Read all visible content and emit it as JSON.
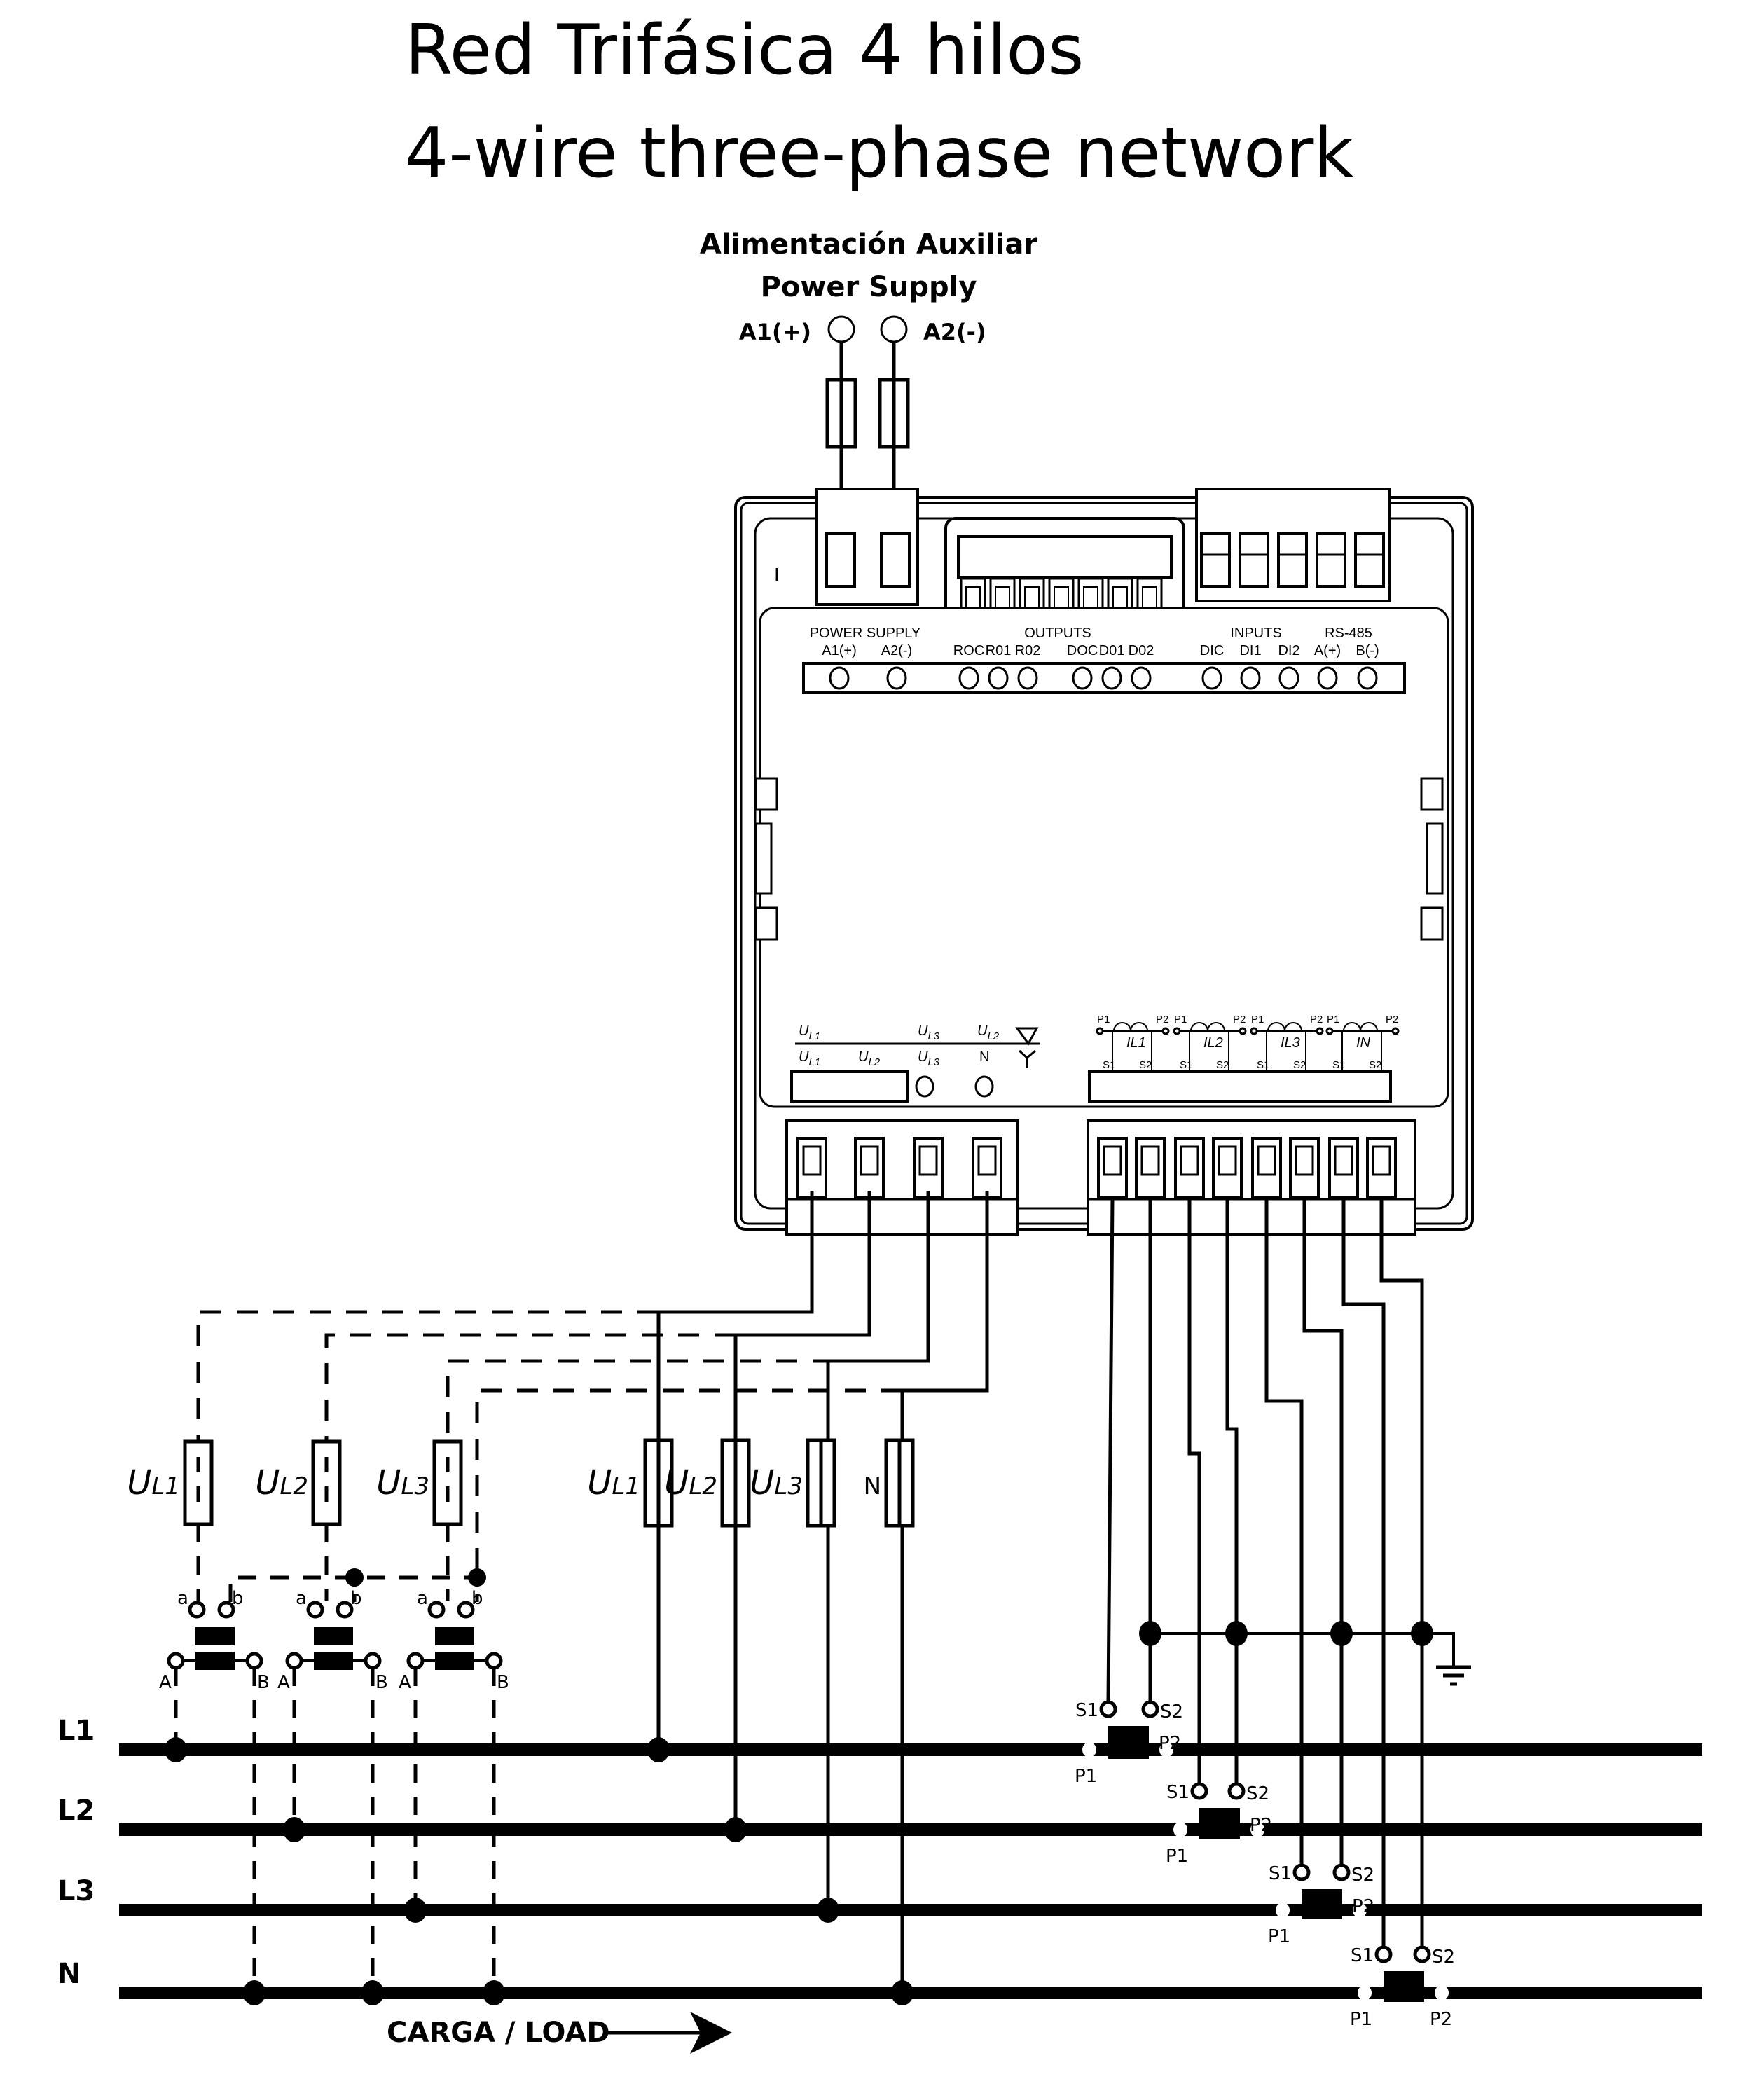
{
  "title": {
    "line1": "Red Trifásica 4 hilos",
    "line2": "4-wire three-phase network"
  },
  "power_supply": {
    "label_es": "Alimentación Auxiliar",
    "label_en": "Power Supply",
    "terminal_a1": "A1(+)",
    "terminal_a2": "A2(-)"
  },
  "device": {
    "side_mark": "I",
    "top_block": {
      "groups": [
        {
          "name": "POWER SUPPLY",
          "terminals": [
            "A1(+)",
            "A2(-)"
          ]
        },
        {
          "name": "OUTPUTS",
          "terminals": [
            "ROC",
            "R01",
            "R02",
            "DOC",
            "D01",
            "D02"
          ]
        },
        {
          "name": "INPUTS",
          "terminals": [
            "DIC",
            "DI1",
            "DI2"
          ]
        },
        {
          "name": "RS-485",
          "terminals": [
            "A(+)",
            "B(-)"
          ]
        }
      ]
    },
    "voltage_block": {
      "delta_row": [
        "U",
        "L1",
        "U",
        "L3",
        "U",
        "L2"
      ],
      "delta_labels": [
        {
          "main": "U",
          "sub": "L1"
        },
        {
          "main": "U",
          "sub": "L3"
        },
        {
          "main": "U",
          "sub": "L2"
        }
      ],
      "star_labels": [
        {
          "main": "U",
          "sub": "L1"
        },
        {
          "main": "U",
          "sub": "L2"
        },
        {
          "main": "U",
          "sub": "L3"
        },
        {
          "main": "N",
          "sub": ""
        }
      ],
      "delta_symbol": "delta-connection-icon",
      "star_symbol": "star-connection-icon"
    },
    "current_block": {
      "channels": [
        {
          "name": "IL1",
          "p1": "P1",
          "p2": "P2",
          "s1": "S1",
          "s2": "S2"
        },
        {
          "name": "IL2",
          "p1": "P1",
          "p2": "P2",
          "s1": "S1",
          "s2": "S2"
        },
        {
          "name": "IL3",
          "p1": "P1",
          "p2": "P2",
          "s1": "S1",
          "s2": "S2"
        },
        {
          "name": "IN",
          "p1": "P1",
          "p2": "P2",
          "s1": "S1",
          "s2": "S2"
        }
      ]
    }
  },
  "fuses_direct": [
    {
      "main": "U",
      "sub": "L1"
    },
    {
      "main": "U",
      "sub": "L2"
    },
    {
      "main": "U",
      "sub": "L3"
    },
    {
      "main": "N",
      "sub": ""
    }
  ],
  "fuses_vt": [
    {
      "main": "U",
      "sub": "L1"
    },
    {
      "main": "U",
      "sub": "L2"
    },
    {
      "main": "U",
      "sub": "L3"
    }
  ],
  "vt": {
    "sec_a": "a",
    "sec_b": "b",
    "pri_a": "A",
    "pri_b": "B"
  },
  "ct": [
    {
      "s1": "S1",
      "s2": "S2",
      "p1": "P1",
      "p2": "P2"
    },
    {
      "s1": "S1",
      "s2": "S2",
      "p1": "P1",
      "p2": "P2"
    },
    {
      "s1": "S1",
      "s2": "S2",
      "p1": "P1",
      "p2": "P2"
    },
    {
      "s1": "S1",
      "s2": "S2",
      "p1": "P1",
      "p2": "P2"
    }
  ],
  "buses": [
    "L1",
    "L2",
    "L3",
    "N"
  ],
  "load_label": "CARGA / LOAD",
  "ground_icon": "ground-icon"
}
